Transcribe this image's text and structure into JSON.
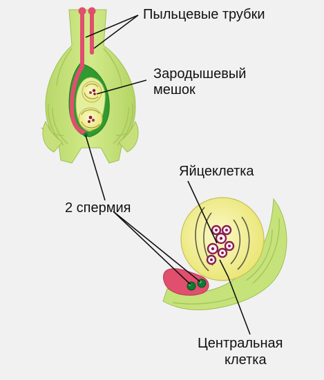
{
  "labels": {
    "pollen_tubes": "Пыльцевые трубки",
    "embryo_sac_line1": "Зародышевый",
    "embryo_sac_line2": "мешок",
    "egg_cell": "Яйцеклетка",
    "two_sperms": "2 спермия",
    "central_cell_line1": "Центральная",
    "central_cell_line2": "клетка"
  },
  "colors": {
    "background": "#f1f1f1",
    "tissue_green": "#c6e27a",
    "inner_dark_green": "#2f9a2f",
    "pollen_tube_pink": "#e04f6e",
    "embryo_sac_yellow": "#f2ef8f",
    "nuclei_purple": "#7a1a4a",
    "sperm_green": "#0f7a33",
    "leader_line": "#111111"
  }
}
